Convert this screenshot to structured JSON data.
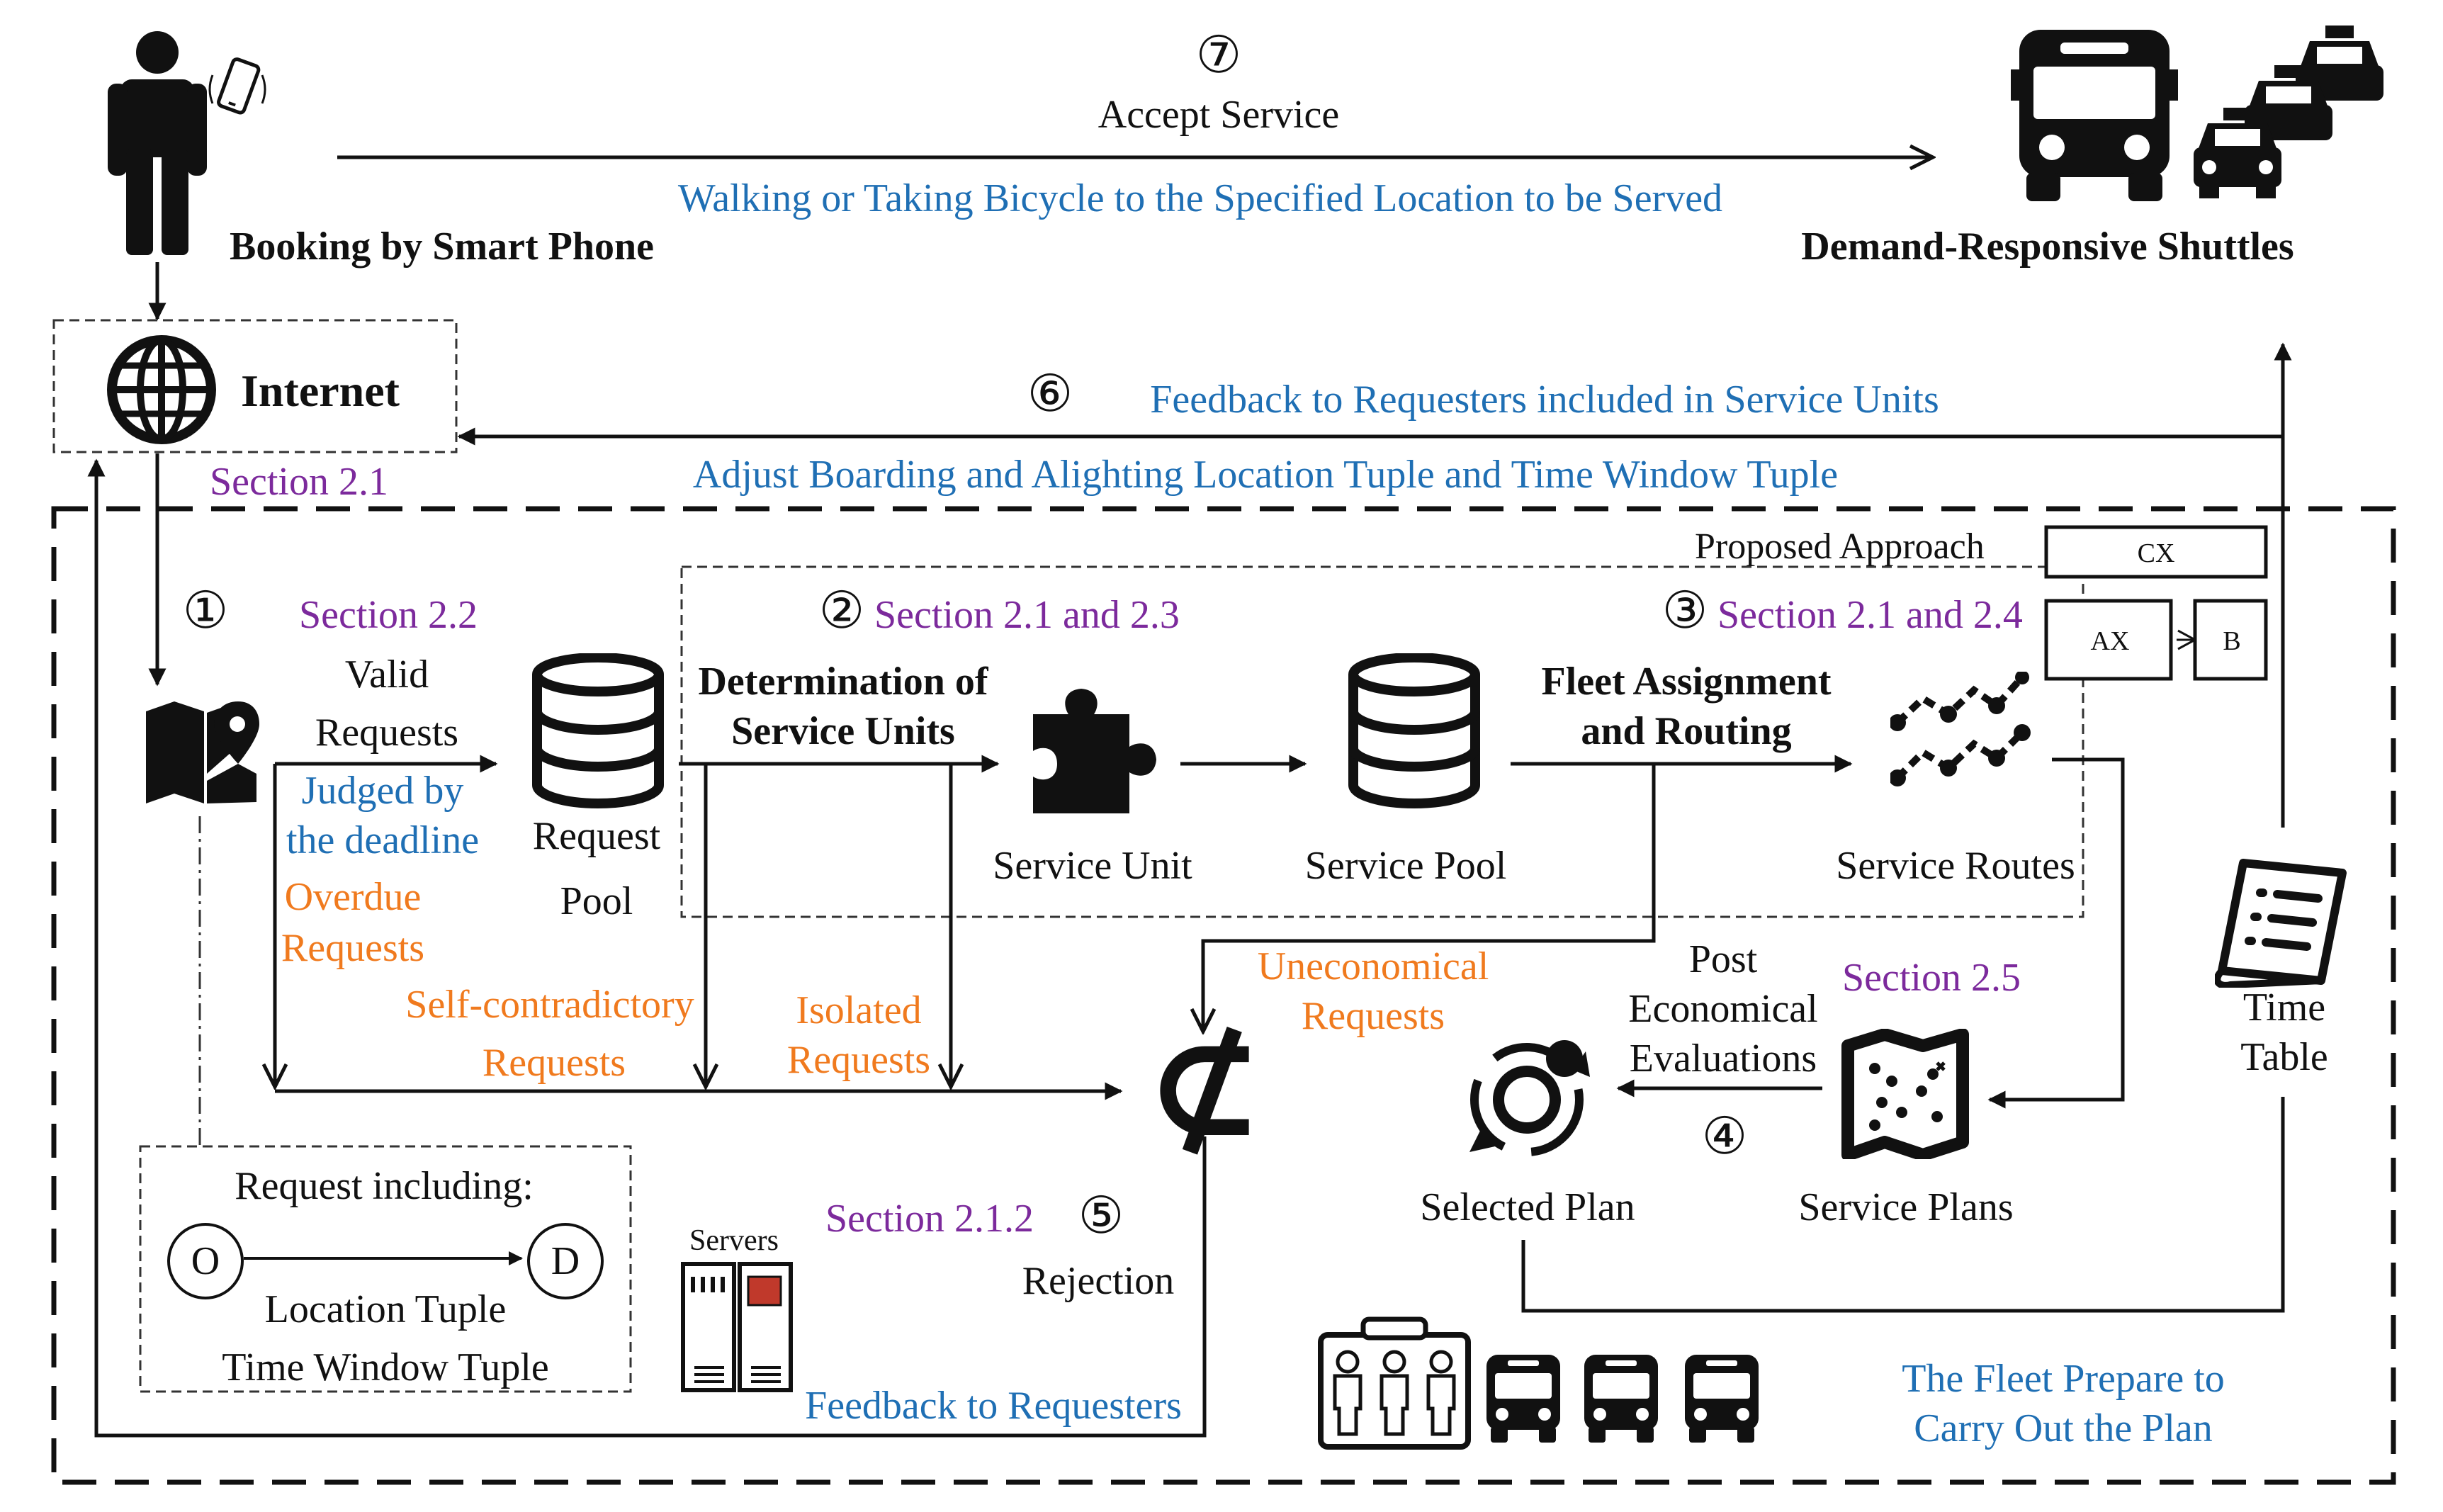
{
  "top": {
    "step7": "⑦",
    "accept_service": "Accept Service",
    "walking": "Walking or Taking Bicycle to the Specified Location to be Served",
    "booking": "Booking by Smart Phone",
    "shuttles": "Demand-Responsive Shuttles"
  },
  "internet": {
    "label": "Internet",
    "section": "Section 2.1"
  },
  "feedback6": {
    "step": "⑥",
    "feedback": "Feedback to Requesters included in Service Units",
    "adjust": "Adjust Boarding and Alighting Location Tuple and Time Window Tuple"
  },
  "approach": {
    "label": "Proposed Approach",
    "cx": "CX",
    "ax": "AX",
    "b": "B"
  },
  "step1": {
    "step": "①",
    "section": "Section 2.2",
    "valid": "Valid",
    "requests": "Requests",
    "judged1": "Judged by",
    "judged2": "the deadline",
    "overdue1": "Overdue",
    "overdue2": "Requests"
  },
  "request_pool": {
    "line1": "Request",
    "line2": "Pool"
  },
  "step2": {
    "step": "②",
    "section": "Section 2.1 and 2.3",
    "title1": "Determination of",
    "title2": "Service Units"
  },
  "service_unit": "Service Unit",
  "service_pool": "Service Pool",
  "step3": {
    "step": "③",
    "section": "Section 2.1 and 2.4",
    "title1": "Fleet Assignment",
    "title2": "and Routing"
  },
  "service_routes": "Service Routes",
  "rejected": {
    "self1": "Self-contradictory",
    "self2": "Requests",
    "isolated1": "Isolated",
    "isolated2": "Requests",
    "unecon1": "Uneconomical",
    "unecon2": "Requests"
  },
  "step4": {
    "step": "④",
    "post1": "Post",
    "post2": "Economical",
    "post3": "Evaluations",
    "section": "Section 2.5",
    "service_plans": "Service Plans",
    "selected_plan": "Selected Plan"
  },
  "step5": {
    "step": "⑤",
    "section": "Section 2.1.2",
    "rejection": "Rejection",
    "symbol": "⊄"
  },
  "request_box": {
    "title": "Request including:",
    "o": "O",
    "d": "D",
    "location": "Location Tuple",
    "time": "Time Window Tuple"
  },
  "servers": "Servers",
  "feedback_requesters": "Feedback to Requesters",
  "timetable": {
    "line1": "Time",
    "line2": "Table"
  },
  "fleet": {
    "line1": "The Fleet Prepare to",
    "line2": "Carry Out the Plan"
  },
  "colors": {
    "blue": "#1f6fb4",
    "purple": "#7c2a9c",
    "orange": "#f07a1e",
    "black": "#111111"
  },
  "icons": [
    "person-icon",
    "smartphone-icon",
    "bus-icon",
    "taxi-icon",
    "globe-icon",
    "map-pin-icon",
    "database-icon",
    "puzzle-icon",
    "routes-icon",
    "timetable-icon",
    "map-icon",
    "orbit-icon",
    "server-icon",
    "passengers-icon"
  ]
}
